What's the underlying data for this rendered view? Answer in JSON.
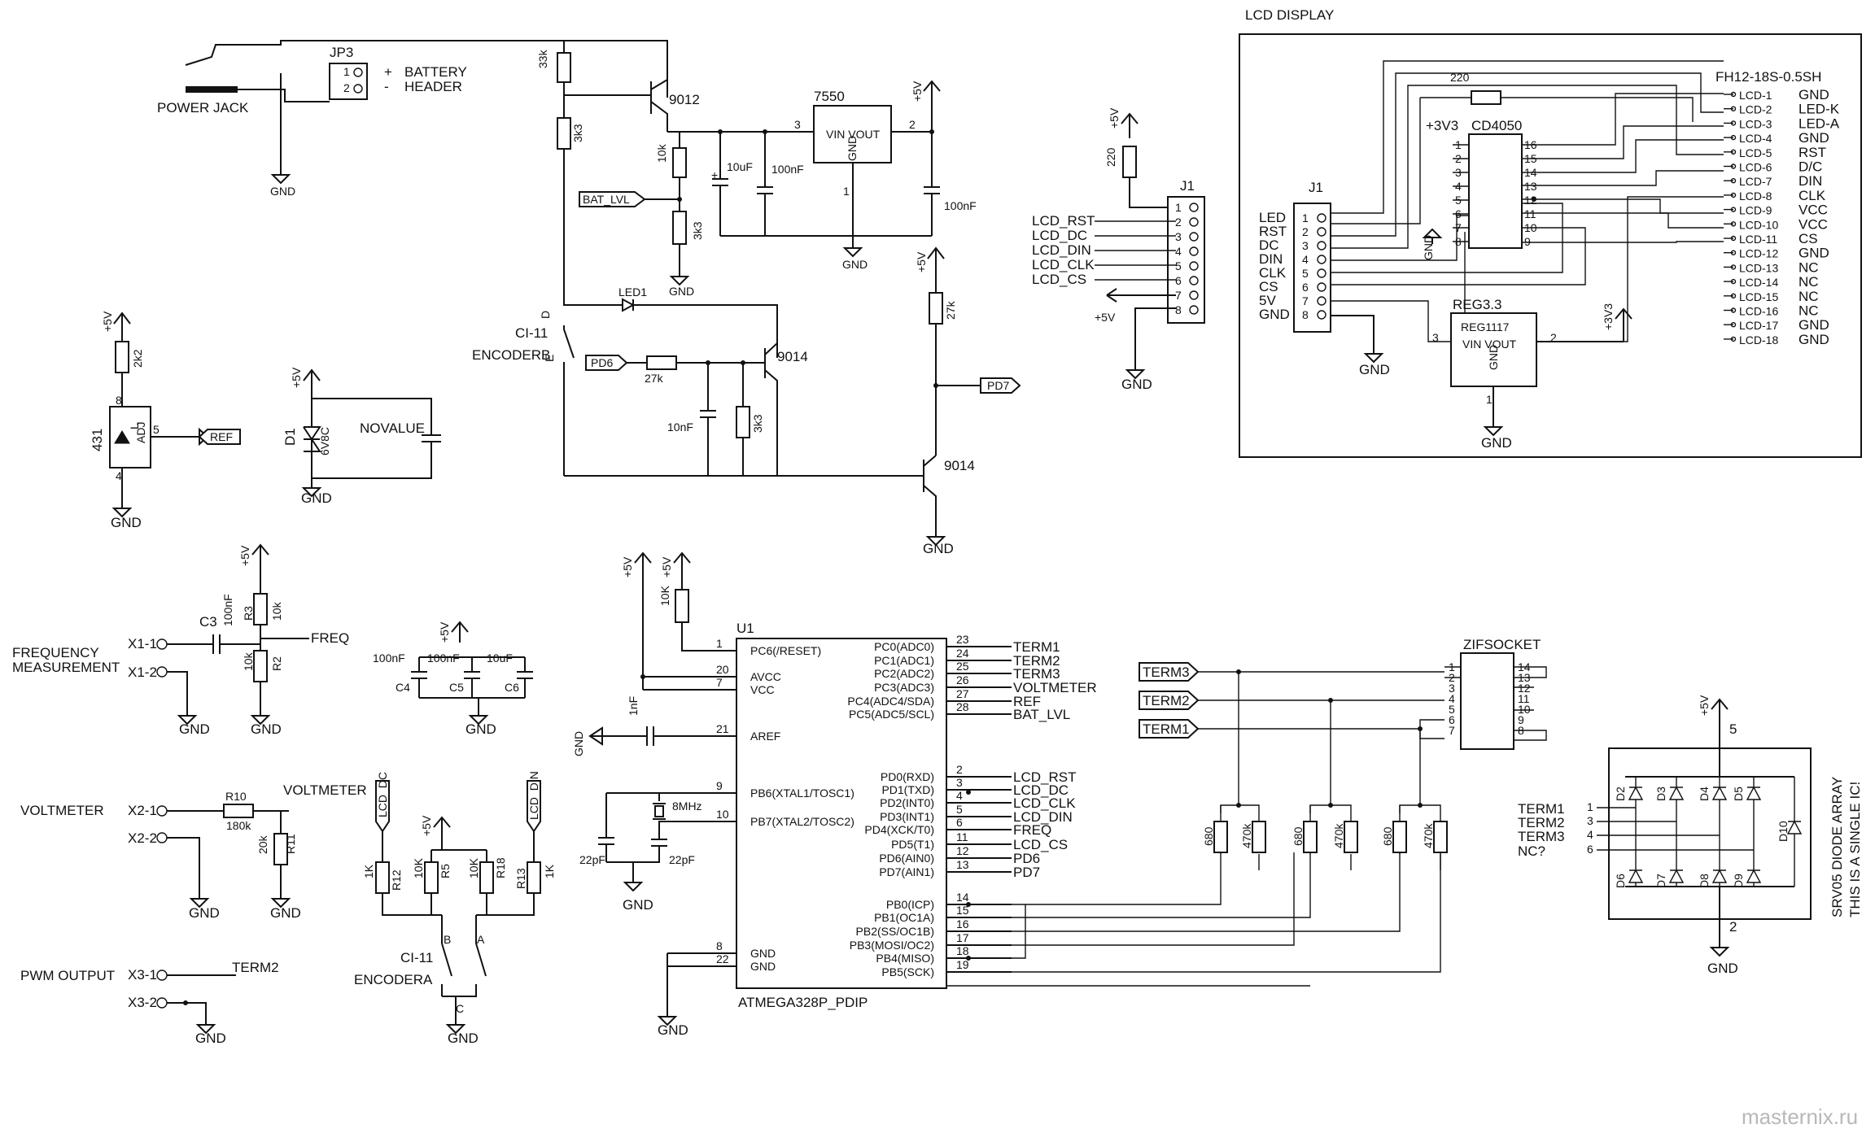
{
  "power": {
    "jack": "POWER JACK",
    "jp3": "JP3",
    "jp3_pin1": "1",
    "jp3_pin2": "2",
    "plus": "+",
    "minus": "-",
    "battery": "BATTERY",
    "header": "HEADER",
    "r33k": "33k",
    "r3k3a": "3k3",
    "q9012": "9012",
    "r10k": "10k",
    "r3k3b": "3k3",
    "c10uf": "10uF",
    "c100nf_a": "100nF",
    "c100nf_b": "100nF",
    "reg7550": "7550",
    "reg_pins": "VIN VOUT",
    "reg_gnd": "GND",
    "pin3": "3",
    "pin2": "2",
    "pin1": "1",
    "bat_lvl": "BAT_LVL",
    "led1": "LED1",
    "ci11": "CI-11",
    "encoderb": "ENCODERB",
    "d": "D",
    "e": "E",
    "pd6": "PD6",
    "r27k_a": "27k",
    "q9014_a": "9014",
    "c10nf": "10nF",
    "r3k3c": "3k3",
    "r27k_b": "27k",
    "pd7": "PD7",
    "q9014_b": "9014"
  },
  "ref": {
    "r2k2": "2k2",
    "ic431": "431",
    "pin8": "8",
    "pin5": "5",
    "pin4": "4",
    "l": "L",
    "adj": "ADJ",
    "ref": "REF",
    "d1": "D1",
    "d1_val": "6V8C",
    "novalue": "NOVALUE"
  },
  "lcd_conn": {
    "r220": "220",
    "j1": "J1",
    "signals": [
      "LCD_RST",
      "LCD_DC",
      "LCD_DIN",
      "LCD_CLK",
      "LCD_CS"
    ],
    "pins": [
      "1",
      "2",
      "3",
      "4",
      "5",
      "6",
      "7",
      "8"
    ]
  },
  "lcd_display": {
    "title": "LCD DISPLAY",
    "fh12": "FH12-18S-0.5SH",
    "r220": "220",
    "p3v3": "+3V3",
    "cd4050": "CD4050",
    "j1": "J1",
    "j1_labels": [
      "LED",
      "RST",
      "DC",
      "DIN",
      "CLK",
      "CS",
      "5V",
      "GND"
    ],
    "j1_pins": [
      "1",
      "2",
      "3",
      "4",
      "5",
      "6",
      "7",
      "8"
    ],
    "cd_left_pins": [
      "1",
      "2",
      "3",
      "4",
      "5",
      "6",
      "7",
      "8"
    ],
    "cd_right_pins": [
      "16",
      "15",
      "14",
      "13",
      "12",
      "11",
      "10",
      "9"
    ],
    "reg33": "REG3.3",
    "reg1117": "REG1117",
    "reg_pins": "VIN VOUT",
    "reg_gnd": "GND",
    "reg_pin3": "3",
    "reg_pin2": "2",
    "reg_pin1": "1",
    "reg_out": "+3V3",
    "lcd_pins": [
      "LCD-1",
      "LCD-2",
      "LCD-3",
      "LCD-4",
      "LCD-5",
      "LCD-6",
      "LCD-7",
      "LCD-8",
      "LCD-9",
      "LCD-10",
      "LCD-11",
      "LCD-12",
      "LCD-13",
      "LCD-14",
      "LCD-15",
      "LCD-16",
      "LCD-17",
      "LCD-18"
    ],
    "lcd_funcs": [
      "GND",
      "LED-K",
      "LED-A",
      "GND",
      "RST",
      "D/C",
      "DIN",
      "CLK",
      "VCC",
      "VCC",
      "CS",
      "GND",
      "NC",
      "NC",
      "NC",
      "NC",
      "GND",
      "GND"
    ]
  },
  "inputs": {
    "freq_line1": "FREQUENCY",
    "freq_line2": "MEASUREMENT",
    "x11": "X1-1",
    "x12": "X1-2",
    "c3": "C3",
    "c3_val": "100nF",
    "r3": "R3",
    "r3_val": "10k",
    "r2": "R2",
    "r2_val": "10k",
    "freq": "FREQ",
    "c4_val": "100nF",
    "c5_val": "100nF",
    "c6_val": "10uF",
    "c4": "C4",
    "c5": "C5",
    "c6": "C6",
    "voltmeter": "VOLTMETER",
    "x21": "X2-1",
    "x22": "X2-2",
    "r10": "R10",
    "r10_val": "180k",
    "voltmeter_net": "VOLTMETER",
    "r11_val": "20k",
    "r11": "R11",
    "pwm": "PWM OUTPUT",
    "x31": "X3-1",
    "x32": "X3-2",
    "term2": "TERM2",
    "lcd_dc": "LCD_DC",
    "lcd_din": "LCD_DIN",
    "r12_val": "1K",
    "r12": "R12",
    "r5_val": "10K",
    "r5": "R5",
    "r18_val": "10K",
    "r18": "R18",
    "r13": "R13",
    "r13_val": "1K",
    "ci11": "CI-11",
    "encodera": "ENCODERA",
    "b": "B",
    "a": "A",
    "c": "C"
  },
  "mcu": {
    "u1": "U1",
    "name": "ATMEGA328P_PDIP",
    "r10k": "10K",
    "c1nf": "1nF",
    "xtal": "8MHz",
    "c22pf_a": "22pF",
    "c22pf_b": "22pF",
    "left": [
      {
        "pin": "1",
        "name": "PC6(/RESET)"
      },
      {
        "pin": "20",
        "name": "AVCC"
      },
      {
        "pin": "7",
        "name": "VCC"
      },
      {
        "pin": "21",
        "name": "AREF"
      },
      {
        "pin": "9",
        "name": "PB6(XTAL1/TOSC1)"
      },
      {
        "pin": "10",
        "name": "PB7(XTAL2/TOSC2)"
      },
      {
        "pin": "8",
        "name": "GND"
      },
      {
        "pin": "22",
        "name": "GND"
      }
    ],
    "right": [
      {
        "pin": "23",
        "name": "PC0(ADC0)",
        "net": "TERM1"
      },
      {
        "pin": "24",
        "name": "PC1(ADC1)",
        "net": "TERM2"
      },
      {
        "pin": "25",
        "name": "PC2(ADC2)",
        "net": "TERM3"
      },
      {
        "pin": "26",
        "name": "PC3(ADC3)",
        "net": "VOLTMETER"
      },
      {
        "pin": "27",
        "name": "PC4(ADC4/SDA)",
        "net": "REF"
      },
      {
        "pin": "28",
        "name": "PC5(ADC5/SCL)",
        "net": "BAT_LVL"
      },
      {
        "pin": "2",
        "name": "PD0(RXD)",
        "net": "LCD_RST"
      },
      {
        "pin": "3",
        "name": "PD1(TXD)",
        "net": "LCD_DC"
      },
      {
        "pin": "4",
        "name": "PD2(INT0)",
        "net": "LCD_CLK"
      },
      {
        "pin": "5",
        "name": "PD3(INT1)",
        "net": "LCD_DIN"
      },
      {
        "pin": "6",
        "name": "PD4(XCK/T0)",
        "net": "FREQ"
      },
      {
        "pin": "11",
        "name": "PD5(T1)",
        "net": "LCD_CS"
      },
      {
        "pin": "12",
        "name": "PD6(AIN0)",
        "net": "PD6"
      },
      {
        "pin": "13",
        "name": "PD7(AIN1)",
        "net": "PD7"
      },
      {
        "pin": "14",
        "name": "PB0(ICP)",
        "net": ""
      },
      {
        "pin": "15",
        "name": "PB1(OC1A)",
        "net": ""
      },
      {
        "pin": "16",
        "name": "PB2(SS/OC1B)",
        "net": ""
      },
      {
        "pin": "17",
        "name": "PB3(MOSI/OC2)",
        "net": ""
      },
      {
        "pin": "18",
        "name": "PB4(MISO)",
        "net": ""
      },
      {
        "pin": "19",
        "name": "PB5(SCK)",
        "net": ""
      }
    ]
  },
  "zif": {
    "title": "ZIFSOCKET",
    "term3": "TERM3",
    "term2": "TERM2",
    "term1": "TERM1",
    "left_pins": [
      "1",
      "2",
      "3",
      "4",
      "5",
      "6",
      "7"
    ],
    "right_pins": [
      "14",
      "13",
      "12",
      "11",
      "10",
      "9",
      "8"
    ],
    "r680": "680",
    "r470k": "470k"
  },
  "diode": {
    "term1": "TERM1",
    "term2": "TERM2",
    "term3": "TERM3",
    "nc": "NC?",
    "p1": "1",
    "p3": "3",
    "p4": "4",
    "p6": "6",
    "p5": "5",
    "p2": "2",
    "top": [
      "D2",
      "D3",
      "D4",
      "D5"
    ],
    "bottom": [
      "D6",
      "D7",
      "D8",
      "D9"
    ],
    "d10": "D10",
    "note1": "SRV05 DIODE ARRAY",
    "note2": "THIS IS A SINGLE IC!"
  },
  "common": {
    "gnd": "GND",
    "p5v": "+5V"
  },
  "watermark": "masternix.ru"
}
